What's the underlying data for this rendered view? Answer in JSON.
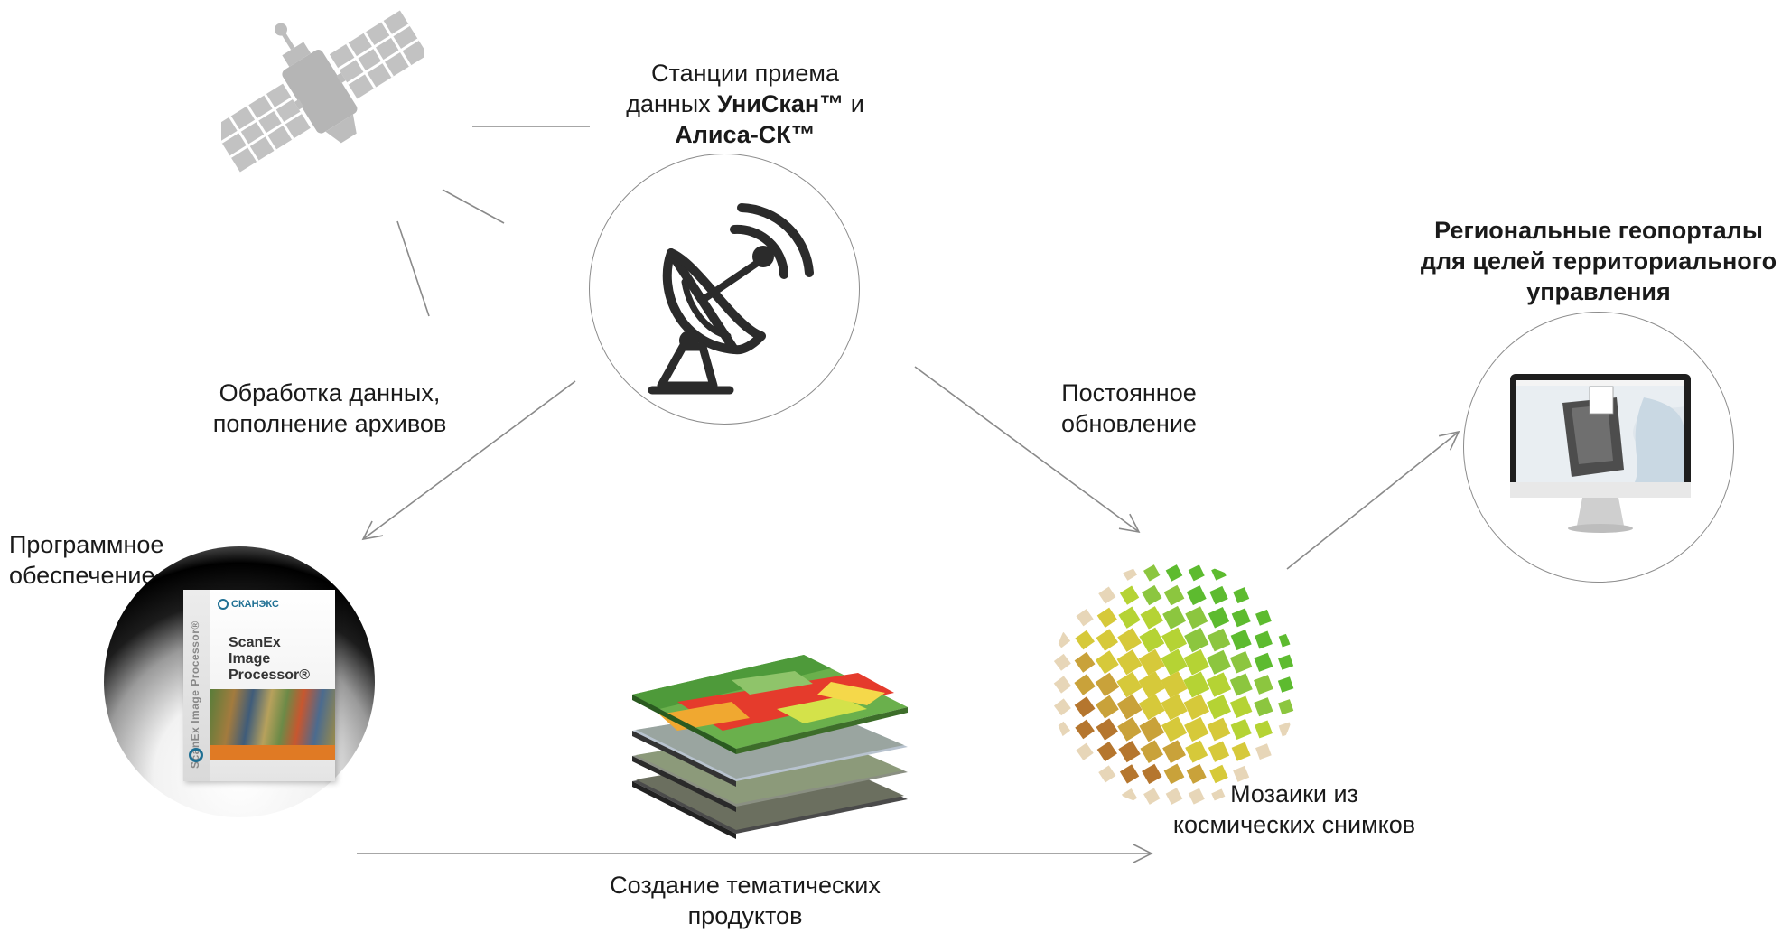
{
  "nodes": {
    "station": {
      "line1": "Станции приема",
      "line2_prefix": "данных ",
      "line2_bold": "УниСкан™",
      "line2_suffix": " и",
      "line3_bold": "Алиса-СК™"
    },
    "processing": {
      "line1": "Обработка данных,",
      "line2": "пополнение архивов"
    },
    "software": {
      "line1": "Программное",
      "line2": "обеспечение"
    },
    "update": {
      "line1": "Постоянное",
      "line2": "обновление"
    },
    "geoportals": {
      "line1": "Региональные геопорталы",
      "line2": "для целей территориального",
      "line3": "управления"
    },
    "mosaics": {
      "line1": "Мозаики из",
      "line2": "космических снимков"
    },
    "thematic": {
      "line1": "Создание тематических",
      "line2": "продуктов"
    }
  },
  "product_box": {
    "brand": "СКАНЭКС",
    "name_line1": "ScanEx",
    "name_line2": "Image",
    "name_line3": "Processor®",
    "spine": "ScanEx Image Processor®"
  },
  "icons": [
    "satellite-icon",
    "satellite-dish-icon",
    "monitor-icon",
    "globe-mosaic-icon",
    "map-layers-icon",
    "software-box-icon"
  ],
  "colors": {
    "line": "#8a8a8a",
    "satellite": "#bdbdbd",
    "dish": "#2b2b2b",
    "circle_border": "#8c8c8c"
  }
}
